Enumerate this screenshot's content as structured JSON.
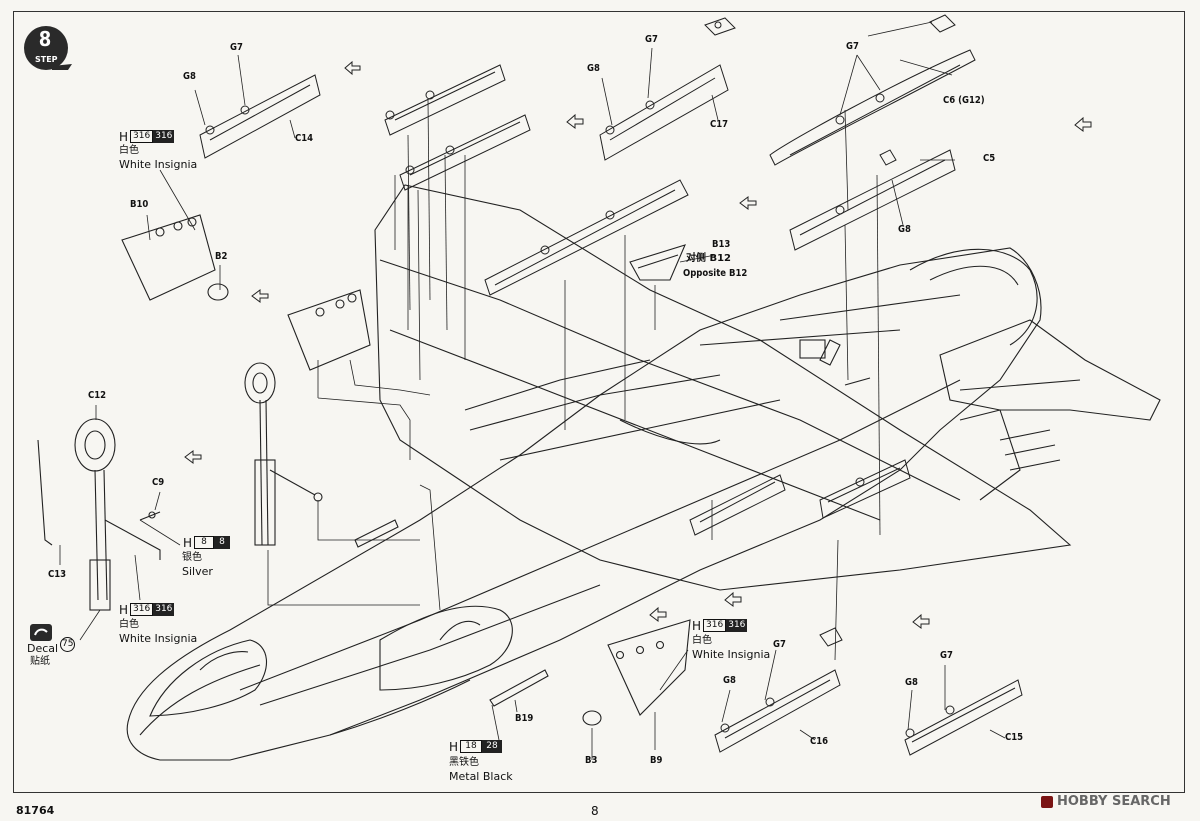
{
  "step": {
    "number": "8",
    "word": "STEP"
  },
  "labels": {
    "g7_1": "G7",
    "g8_1": "G8",
    "c14": "C14",
    "g7_2": "G7",
    "g8_2": "G8",
    "c17": "C17",
    "g7_3": "G7",
    "c6": "C6 (G12)",
    "c5": "C5",
    "g8_3": "G8",
    "b10": "B10",
    "b2": "B2",
    "b13": "B13",
    "b12_cn": "对侧 B12",
    "b12_en": "Opposite B12",
    "c12": "C12",
    "c9": "C9",
    "c13": "C13",
    "b19": "B19",
    "b3": "B3",
    "b9": "B9",
    "g7_4": "G7",
    "g8_4": "G8",
    "c16": "C16",
    "g7_5": "G7",
    "g8_5": "G8",
    "c15": "C15"
  },
  "paints": {
    "p1": {
      "h": "H",
      "code_outline": "316",
      "code_fill": "316",
      "cn": "白色",
      "en": "White Insignia"
    },
    "p2": {
      "h": "H",
      "code_outline": "8",
      "code_fill": "8",
      "cn": "银色",
      "en": "Silver"
    },
    "p3": {
      "h": "H",
      "code_outline": "316",
      "code_fill": "316",
      "cn": "白色",
      "en": "White Insignia"
    },
    "p4": {
      "h": "H",
      "code_outline": "316",
      "code_fill": "316",
      "cn": "白色",
      "en": "White Insignia"
    },
    "p5": {
      "h": "H",
      "code_outline": "18",
      "code_fill": "28",
      "cn": "黑铁色",
      "en": "Metal  Black"
    }
  },
  "decal": {
    "en": "Decal",
    "cn": "贴纸",
    "number": "75"
  },
  "footer": {
    "kit_number": "81764",
    "page_number": "8"
  },
  "watermark": {
    "text": "HOBBY SEARCH"
  }
}
